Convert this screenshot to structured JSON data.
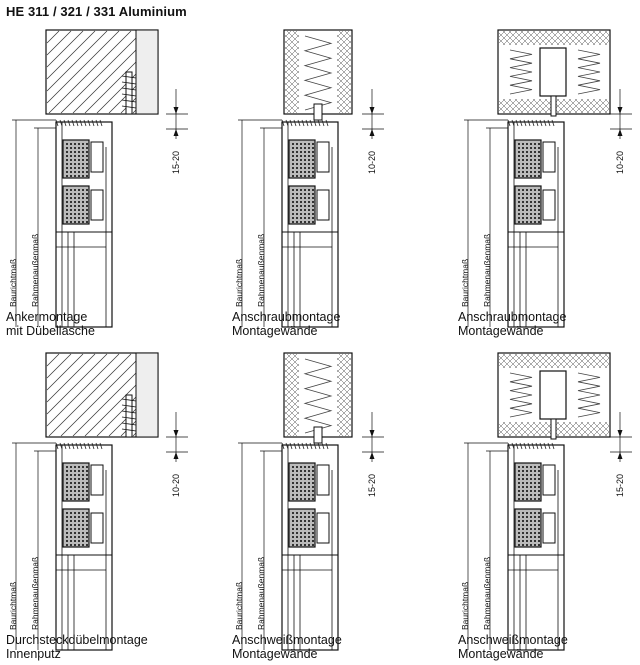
{
  "title": "HE 311 / 321 / 331 Aluminium",
  "labels": {
    "bau": "Baurichtmaß",
    "rahmen": "Rahmenaußenmaß"
  },
  "panels": [
    {
      "type": "concrete",
      "dim": "15-20",
      "caption1": "Ankermontage",
      "caption2": "mit Dübellasche"
    },
    {
      "type": "wall",
      "dim": "10-20",
      "caption1": "Anschraubmontage",
      "caption2": "Montagewände"
    },
    {
      "type": "wide",
      "dim": "10-20",
      "caption1": "Anschraubmontage",
      "caption2": "Montagewände"
    },
    {
      "type": "concrete",
      "dim": "10-20",
      "caption1": "Durchsteckdübelmontage",
      "caption2": "Innenputz"
    },
    {
      "type": "wall",
      "dim": "15-20",
      "caption1": "Anschweißmontage",
      "caption2": "Montagewände"
    },
    {
      "type": "wide",
      "dim": "15-20",
      "caption1": "Anschweißmontage",
      "caption2": "Montagewände"
    }
  ]
}
